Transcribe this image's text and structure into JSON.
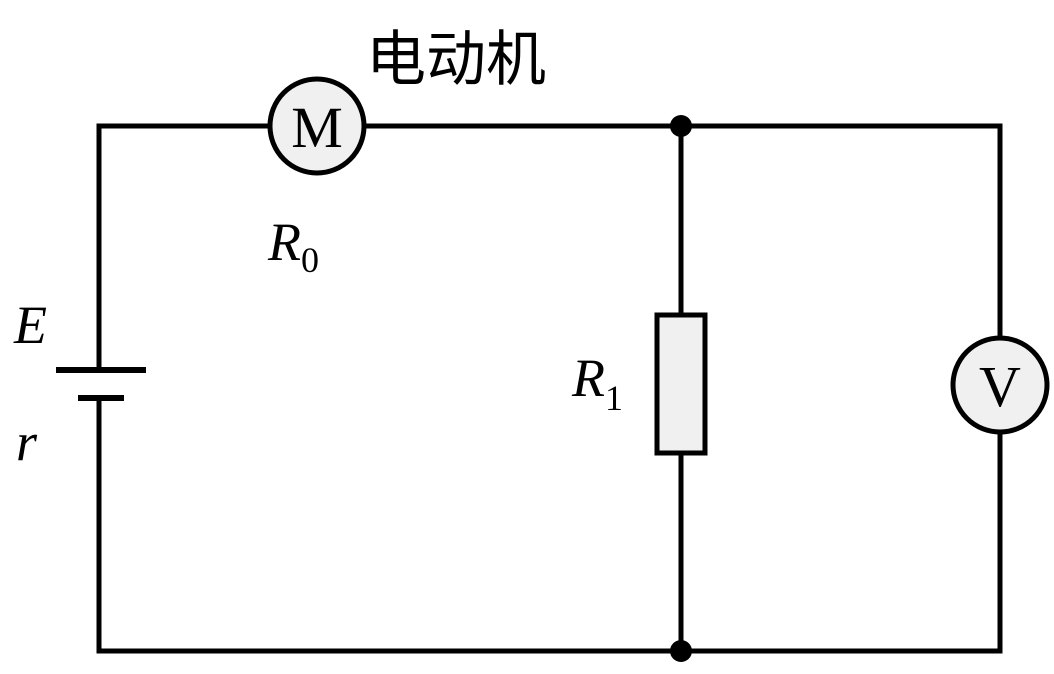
{
  "diagram": {
    "type": "circuit",
    "components": {
      "motor": {
        "symbol": "M",
        "caption": "电动机",
        "resistance_label": "R",
        "resistance_subscript": "0"
      },
      "battery": {
        "emf_label": "E",
        "internal_resistance_label": "r"
      },
      "resistor": {
        "label": "R",
        "subscript": "1"
      },
      "voltmeter": {
        "symbol": "V"
      }
    },
    "junctions": [
      "top-junction",
      "bottom-junction"
    ],
    "colors": {
      "wire": "#000000",
      "component_fill": "#f0f0f0",
      "background": "#ffffff"
    }
  }
}
